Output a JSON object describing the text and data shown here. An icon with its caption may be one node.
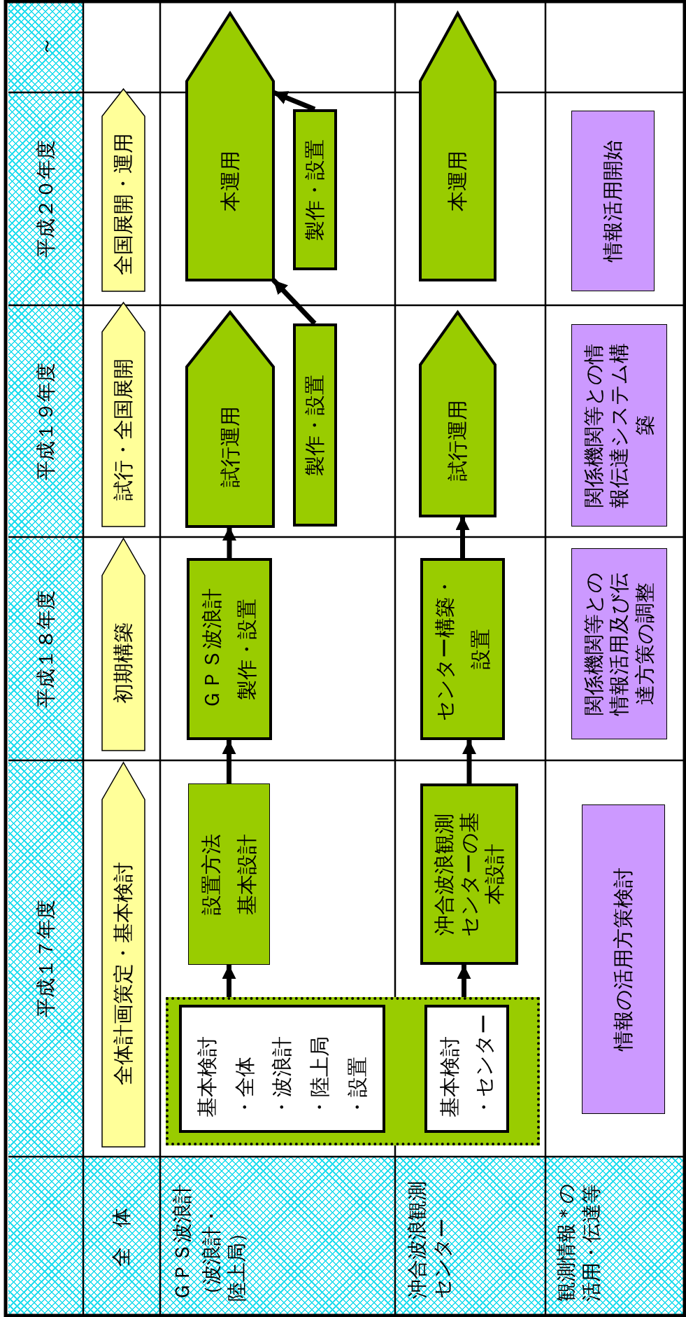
{
  "diagram": {
    "nodes": [
      {
        "text": [
          "全体計画策定・基本検討"
        ]
      },
      {
        "text": [],
        "shape": "box"
      },
      {
        "text": [
          "基本検討",
          "・全体",
          "・波浪計",
          "・陸上局",
          "・設置"
        ],
        "in": 1
      },
      {
        "text": [
          "基本検討",
          "・センター"
        ],
        "in": 1
      },
      {
        "text": [
          "設置方法",
          "基本設計"
        ]
      },
      {
        "text": [
          "沖合波浪観測センターの基本設計"
        ]
      },
      {
        "text": [
          "情報の活用方策検討"
        ]
      },
      {
        "text": [
          "初期構築"
        ]
      },
      {
        "text": [
          "ＧＰＳ波浪計",
          "製作・設置"
        ]
      },
      {
        "text": [
          "センター構築・",
          "設置"
        ]
      },
      {
        "text": [
          "関係機関等との情報活用及び伝達方策の調整"
        ]
      },
      {
        "text": [
          "試行・全国展開"
        ]
      },
      {
        "text": [
          "試行運用"
        ]
      },
      {
        "text": [
          "製作・設置"
        ]
      },
      {
        "text": [
          "試行運用"
        ]
      },
      {
        "text": [
          "関係機関等との情報伝達システム構築"
        ]
      },
      {
        "text": [
          "全国展開・運用"
        ]
      },
      {
        "text": [
          "本運用"
        ]
      },
      {
        "text": [
          "製作・設置"
        ]
      },
      {
        "text": [
          "本運用"
        ]
      },
      {
        "text": [
          "情報活用開始"
        ]
      }
    ],
    "edges": [
      {
        "from": 2,
        "to": 4,
        "arrow": "to"
      },
      {
        "from": 3,
        "to": 5,
        "arrow": "to"
      },
      {
        "from": 4,
        "to": 8,
        "arrow": "to"
      },
      {
        "from": 5,
        "to": 9,
        "arrow": "to"
      },
      {
        "from": 8,
        "to": 12,
        "arrow": "to"
      },
      {
        "from": 9,
        "to": 14,
        "arrow": "to"
      },
      {
        "from": 13,
        "to": 17,
        "arrow": "to"
      },
      {
        "from": 18,
        "to": 17,
        "arrow": "to"
      }
    ],
    "labels": [
      "平成１７年度",
      "平成１８年度",
      "平成１９年度",
      "平成２０年度",
      "～",
      "全　体",
      "ＧＰＳ波浪計",
      "（波浪計・陸上局）",
      "沖合波浪観測センター",
      "観測情報＊の活用・伝達等"
    ]
  }
}
